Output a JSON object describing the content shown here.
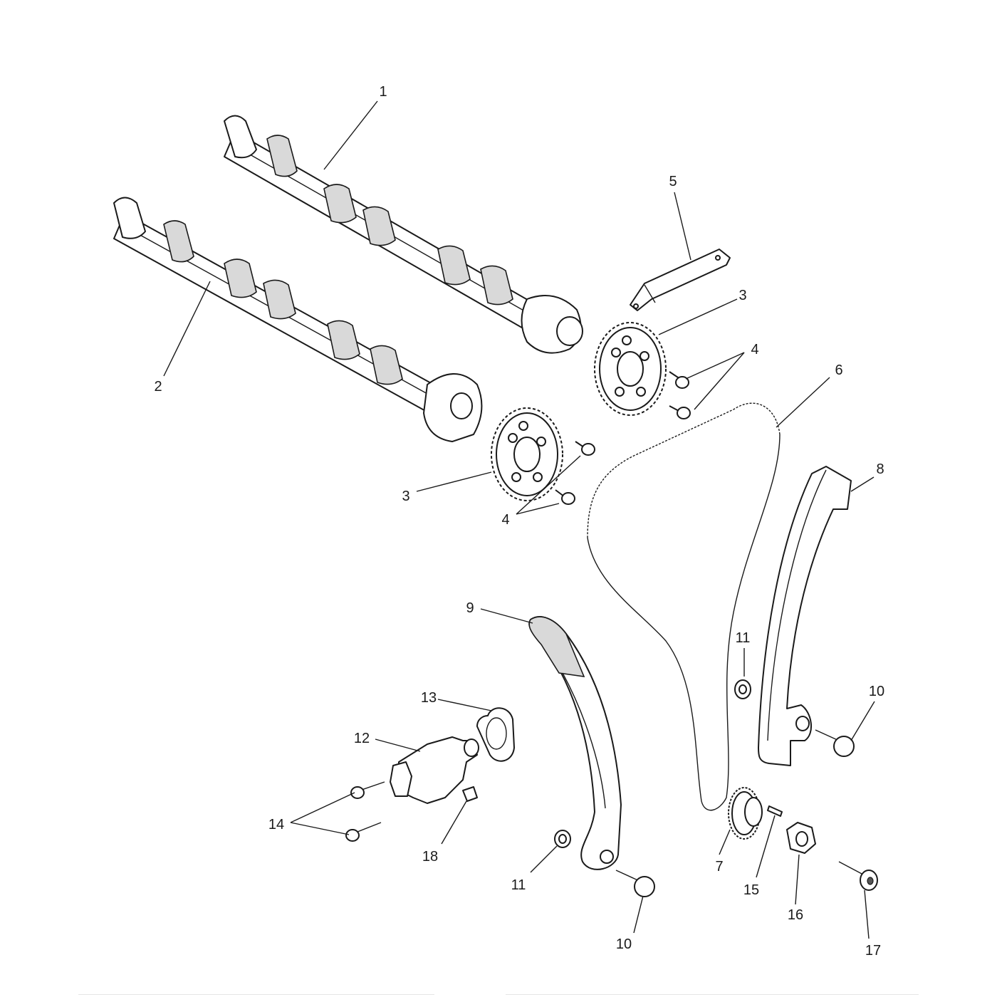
{
  "callouts": [
    {
      "id": "c1",
      "text": "1"
    },
    {
      "id": "c2",
      "text": "2"
    },
    {
      "id": "c3a",
      "text": "3"
    },
    {
      "id": "c3b",
      "text": "3"
    },
    {
      "id": "c4a",
      "text": "4"
    },
    {
      "id": "c4b",
      "text": "4"
    },
    {
      "id": "c5",
      "text": "5"
    },
    {
      "id": "c6",
      "text": "6"
    },
    {
      "id": "c7",
      "text": "7"
    },
    {
      "id": "c8",
      "text": "8"
    },
    {
      "id": "c9",
      "text": "9"
    },
    {
      "id": "c10a",
      "text": "10"
    },
    {
      "id": "c10b",
      "text": "10"
    },
    {
      "id": "c11a",
      "text": "11"
    },
    {
      "id": "c11b",
      "text": "11"
    },
    {
      "id": "c12",
      "text": "12"
    },
    {
      "id": "c13",
      "text": "13"
    },
    {
      "id": "c14",
      "text": "14"
    },
    {
      "id": "c15",
      "text": "15"
    },
    {
      "id": "c16",
      "text": "16"
    },
    {
      "id": "c17",
      "text": "17"
    },
    {
      "id": "c18",
      "text": "18"
    }
  ]
}
